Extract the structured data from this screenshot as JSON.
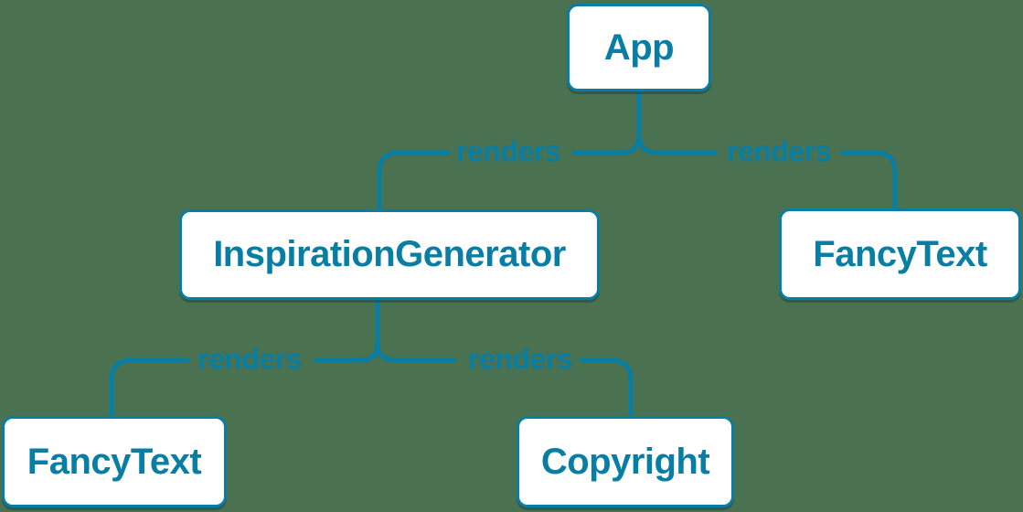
{
  "diagram": {
    "type": "component-render-tree",
    "colors": {
      "background": "#4a7150",
      "accent": "#087ea4",
      "node_fill": "#ffffff"
    },
    "nodes": [
      {
        "id": "app",
        "label": "App"
      },
      {
        "id": "inspiration-generator",
        "label": "InspirationGenerator"
      },
      {
        "id": "fancy-text-right",
        "label": "FancyText"
      },
      {
        "id": "fancy-text-left",
        "label": "FancyText"
      },
      {
        "id": "copyright",
        "label": "Copyright"
      }
    ],
    "edges": [
      {
        "from": "App",
        "to": "InspirationGenerator",
        "label": "renders"
      },
      {
        "from": "App",
        "to": "FancyText",
        "label": "renders"
      },
      {
        "from": "InspirationGenerator",
        "to": "FancyText",
        "label": "renders"
      },
      {
        "from": "InspirationGenerator",
        "to": "Copyright",
        "label": "renders"
      }
    ]
  }
}
